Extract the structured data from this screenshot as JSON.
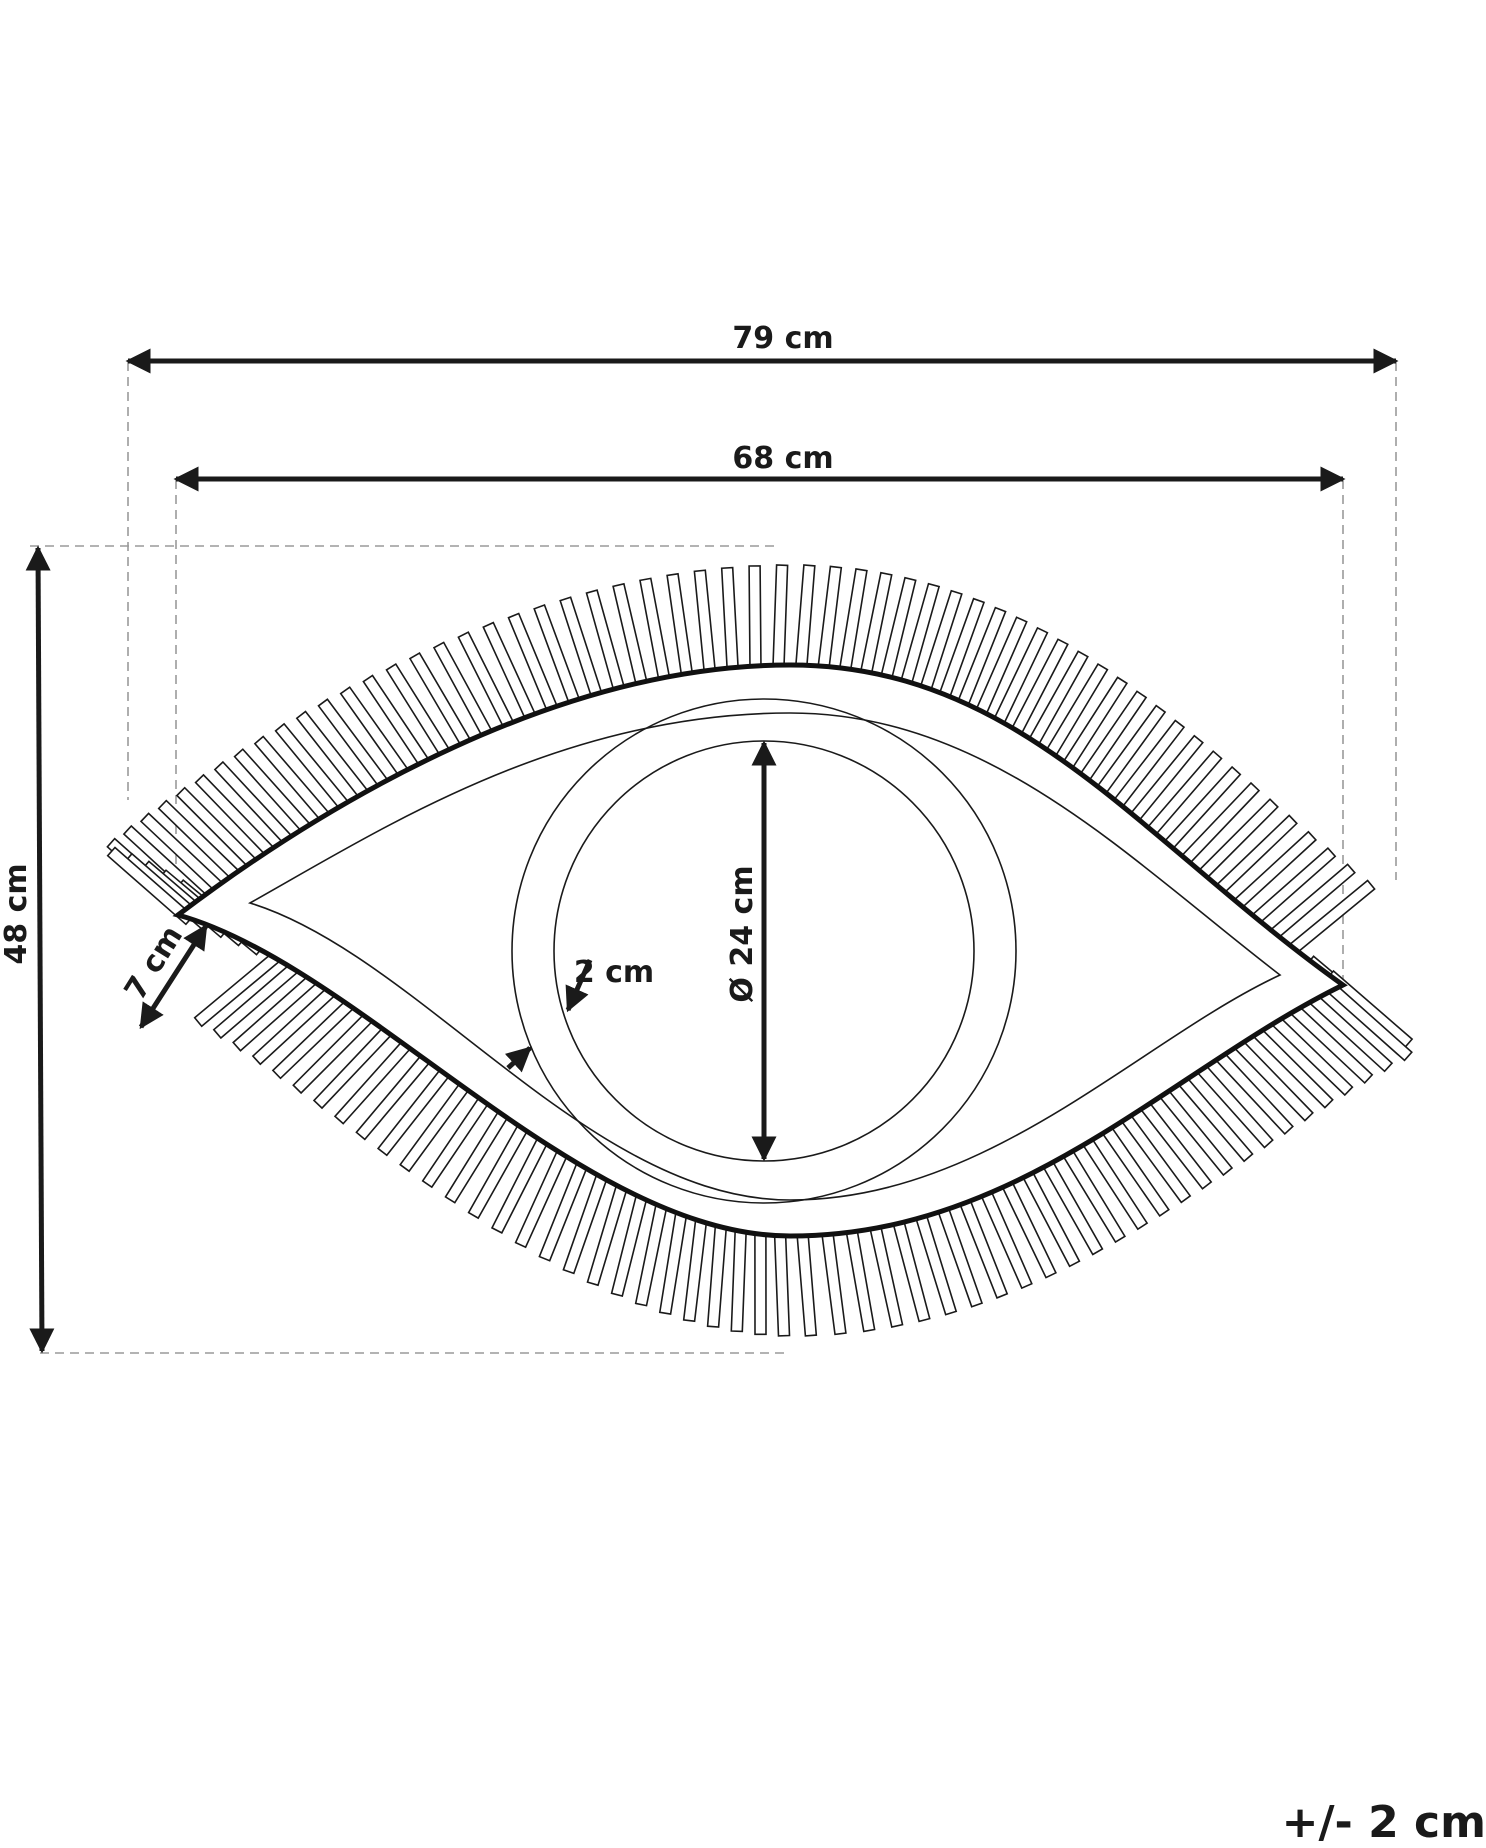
{
  "diagram": {
    "labels": {
      "overall_width": "79 cm",
      "inner_width": "68 cm",
      "height": "48 cm",
      "pupil_diameter": "Ø 24 cm",
      "frame_width": "2 cm",
      "fringe_length": "7 cm"
    },
    "tolerance": "+/- 2 cm"
  }
}
